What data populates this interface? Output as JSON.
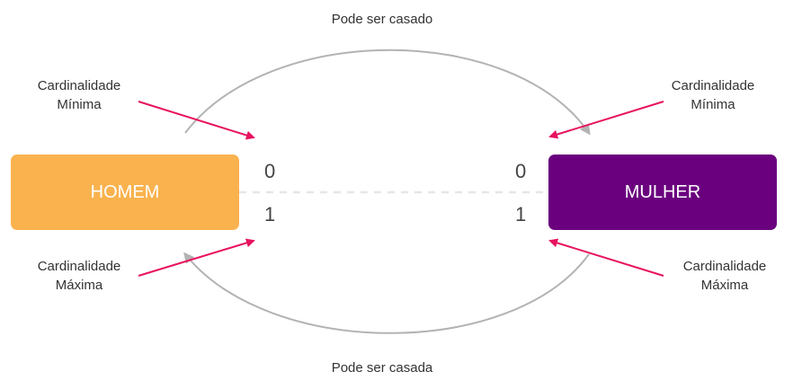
{
  "colors": {
    "homem": "#f9b24e",
    "mulher": "#6a007e",
    "arrow": "#e8125f",
    "arc": "#b3b3b3",
    "dashed": "#e6e6e6"
  },
  "relationship": {
    "top_label": "Pode ser casado",
    "bottom_label": "Pode ser casada"
  },
  "entities": {
    "left": "HOMEM",
    "right": "MULHER"
  },
  "cardinality": {
    "left_min": "0",
    "left_max": "1",
    "right_min": "0",
    "right_max": "1"
  },
  "annotations": {
    "top_left": [
      "Cardinalidade",
      "Mínima"
    ],
    "top_right": [
      "Cardinalidade",
      "Mínima"
    ],
    "bottom_left": [
      "Cardinalidade",
      "Máxima"
    ],
    "bottom_right": [
      "Cardinalidade",
      "Máxima"
    ]
  }
}
